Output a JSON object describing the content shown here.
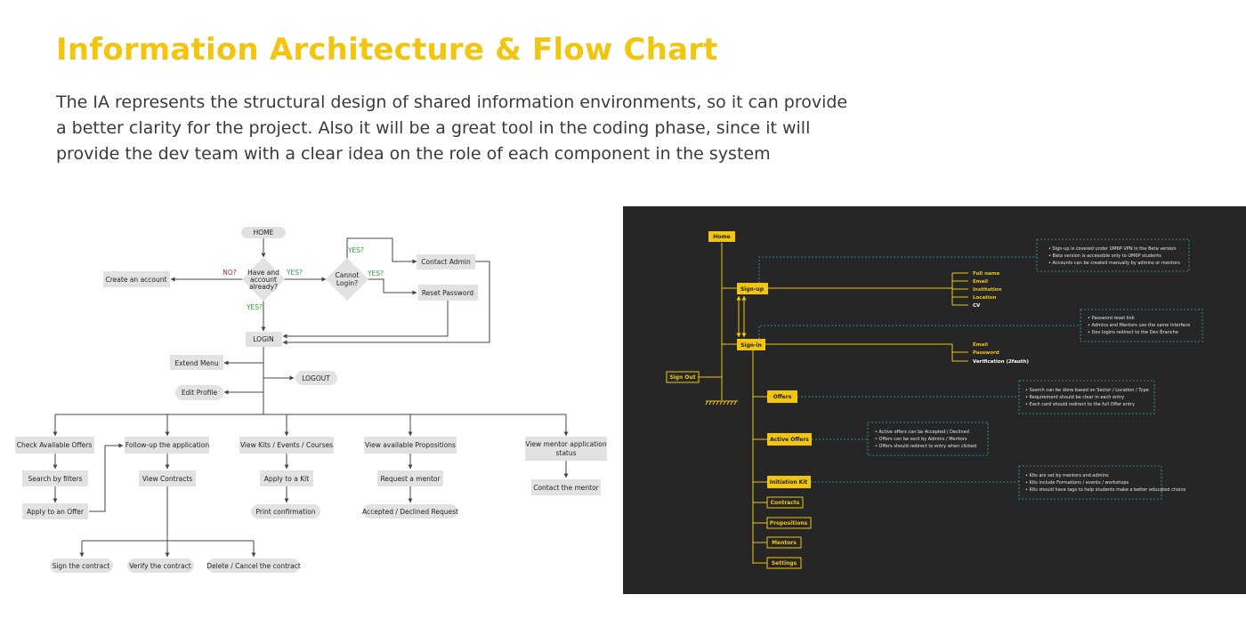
{
  "header": {
    "title": "Information Architecture & Flow Chart",
    "description": [
      "The IA represents the structural design of shared information environments, so it can provide",
      "a better clarity for the project. Also it will be a great tool in the coding phase, since it will",
      "provide the dev team with a clear idea on the role of each component in the system"
    ]
  },
  "flowchart": {
    "colors": {
      "node": "#e2e2e2",
      "line": "#444444",
      "yes": "#2f9a3a",
      "no": "#9c2a2a",
      "text": "#222222"
    },
    "home": "HOME",
    "have_account": [
      "Have and",
      "account",
      "already?"
    ],
    "cannot_login": [
      "Cannot",
      "Login?"
    ],
    "no_label": "NO?",
    "yes_labels": [
      "YES?",
      "YES?",
      "YES?",
      "YES?"
    ],
    "create_account": "Create an account",
    "contact_admin": "Contact Admin",
    "reset_password": "Reset Password",
    "login": "LOGIN",
    "extend_menu": "Extend Menu",
    "logout": "LOGOUT",
    "edit_profile": "Edit Profile",
    "branches": [
      {
        "head": "Check Available Offers",
        "steps": [
          "Search by filters",
          "Apply to an Offer"
        ]
      },
      {
        "head": "Follow-up the application",
        "steps": [
          "View Contracts"
        ]
      },
      {
        "head": "View Kits / Events / Courses",
        "steps": [
          "Apply to a Kit",
          "Print confirmation"
        ]
      },
      {
        "head": "View available Propositions",
        "steps": [
          "Request a mentor",
          "Accepted / Declined Request"
        ]
      },
      {
        "head": [
          "View mentor application",
          "status"
        ],
        "steps": [
          "Contact the mentor"
        ]
      }
    ],
    "contract_actions": [
      "Sign the contract",
      "Verify the contract",
      "Delete / Cancel the contract"
    ]
  },
  "ia": {
    "colors": {
      "background": "#262626",
      "accent": "#f2c511",
      "note_border": "#3aa7b5",
      "note_text": "#e6e6e6",
      "field_white": "#ffffff"
    },
    "home": "Home",
    "sign_out": "Sign Out",
    "sign_up": "Sign-up",
    "sign_in": "Sign-in",
    "signup_fields": [
      "Full name",
      "Email",
      "Institution",
      "Location",
      "CV"
    ],
    "signin_fields": [
      "Email",
      "Password",
      "Verification (2fauth)"
    ],
    "sections": [
      "Offers",
      "Active Offers",
      "Initiation Kit"
    ],
    "sub_sections": [
      "Contracts",
      "Propositions",
      "Mentors",
      "Settings"
    ],
    "notes": {
      "signup": [
        "Sign-up is covered under UM6P VPN in the Beta version",
        "Beta version is accessible only to UM6P students",
        "Accounts can be created manually by admins or mentors"
      ],
      "signin": [
        "Password reset link",
        "Admins and Mentors use the same Interface",
        "Dev logins redirect to the Dev Branche"
      ],
      "offers": [
        "Search can be done based on Sector / Location / Type",
        "Requirement should be clear in each entry",
        "Each card should redirect to the full Offer entry"
      ],
      "active_offers": [
        "Active offers can be Accepted / Declined",
        "Offers can be sent by Admins / Mentors",
        "Offers should redirect to entry when clicked"
      ],
      "initiation_kit": [
        "Kits are set by mentors and admins",
        "Kits include Formations / events / workshops",
        "Kits should have tags to help students make a better educated choice"
      ]
    }
  }
}
